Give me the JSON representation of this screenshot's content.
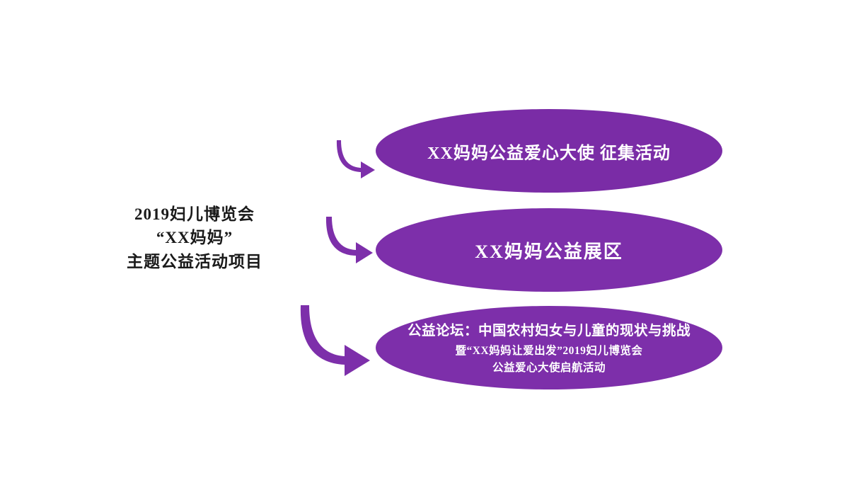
{
  "slide": {
    "background_color": "#ffffff",
    "accent_color": "#7D2FAA",
    "left_title": {
      "line1": "2019妇儿博览会",
      "line2": "“XX妈妈”",
      "line3": "主题公益活动项目"
    },
    "items": [
      {
        "id": "item-1",
        "main": "XX妈妈公益爱心大使 征集活动",
        "sub": "",
        "sub2": ""
      },
      {
        "id": "item-2",
        "main": "XX妈妈公益展区",
        "sub": "",
        "sub2": ""
      },
      {
        "id": "item-3",
        "main": "公益论坛：中国农村妇女与儿童的现状与挑战",
        "sub": "暨“XX妈妈让爱出发”2019妇儿博览会",
        "sub2": "公益爱心大使启航活动"
      }
    ],
    "arrows": [
      {
        "id": "arrow-1",
        "icon": "curved-arrow-icon"
      },
      {
        "id": "arrow-2",
        "icon": "curved-arrow-icon"
      },
      {
        "id": "arrow-3",
        "icon": "curved-arrow-icon"
      }
    ]
  }
}
